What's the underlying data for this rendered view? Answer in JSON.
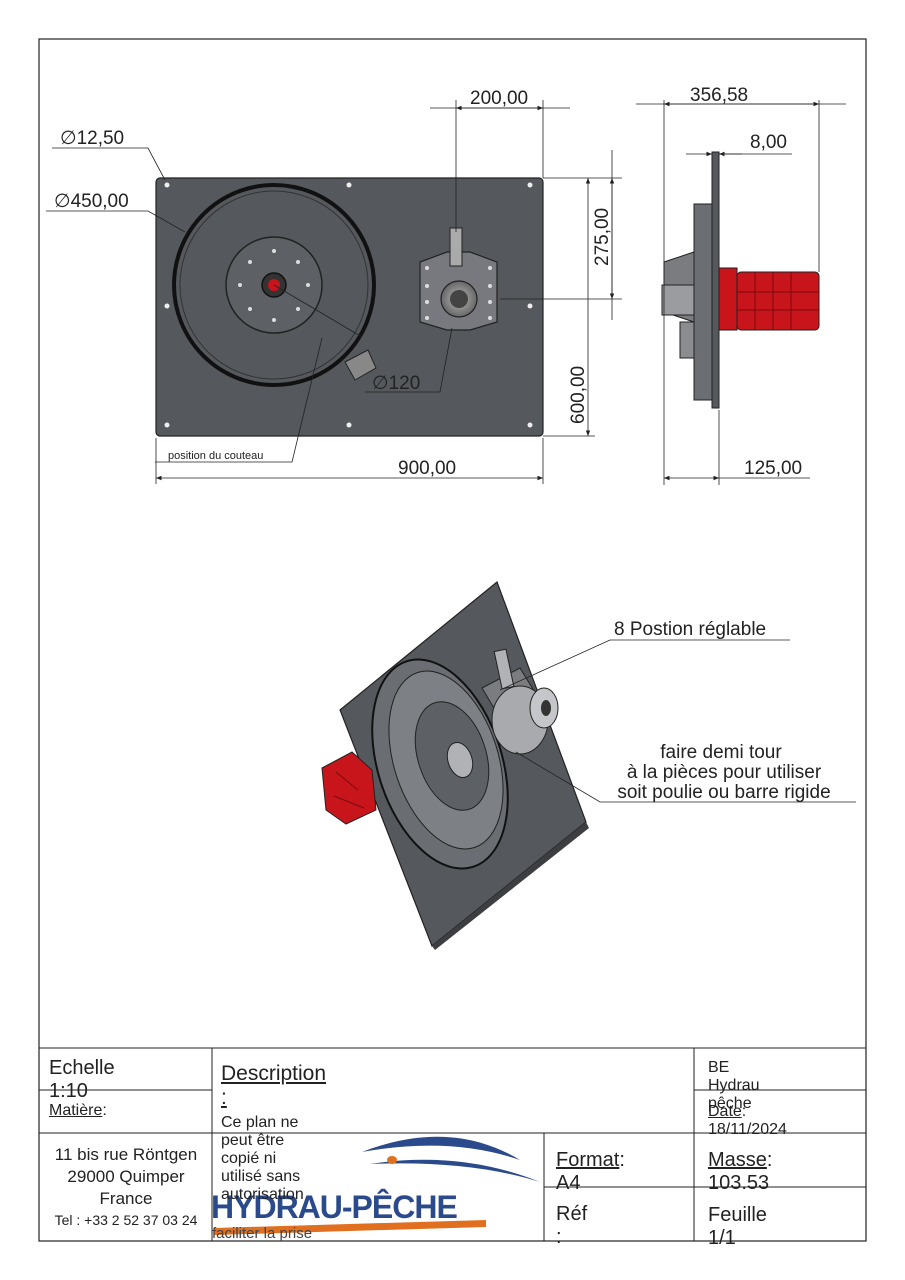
{
  "dimensions": {
    "d_hole": "12,50",
    "d_wheel": "450,00",
    "d_hub": "120",
    "offset_h": "200,00",
    "offset_v": "275,00",
    "height": "600,00",
    "width": "900,00",
    "side_total": "356,58",
    "side_plate": "8,00",
    "side_depth": "125,00",
    "diameter_symbol": "∅"
  },
  "notes": {
    "knife": "position du couteau",
    "positions": "8 Postion réglable",
    "turn_line1": "faire demi tour",
    "turn_line2": "à la pièces pour utiliser",
    "turn_line3": "soit poulie ou barre rigide"
  },
  "title_block": {
    "scale": "Echelle 1:10",
    "material_label": "Matière",
    "material_colon": ":",
    "address_line1": "11 bis rue Röntgen",
    "address_line2": "29000 Quimper",
    "address_line3": "France",
    "phone": "Tel : +33 2 52 37 03 24",
    "description_label": "Description :",
    "copyright": "Ce plan ne peut être copié ni utilisé sans autorisation",
    "company_ref": "BE Hydrau pêche",
    "date_label": "Date",
    "date_value": ": 18/11/2024",
    "format_label": "Format",
    "format_value": ": A4",
    "mass_label": "Masse",
    "mass_value": ": 103.53",
    "ref_label": "Réf :",
    "sheet": "Feuille 1/1"
  },
  "logo": {
    "name": "HYDRAU-PÊCHE",
    "tagline": "faciliter la prise"
  },
  "colors": {
    "plate": "#55585d",
    "motor": "#c8141b",
    "logo_blue": "#2a4a8c",
    "logo_orange": "#e07020"
  }
}
